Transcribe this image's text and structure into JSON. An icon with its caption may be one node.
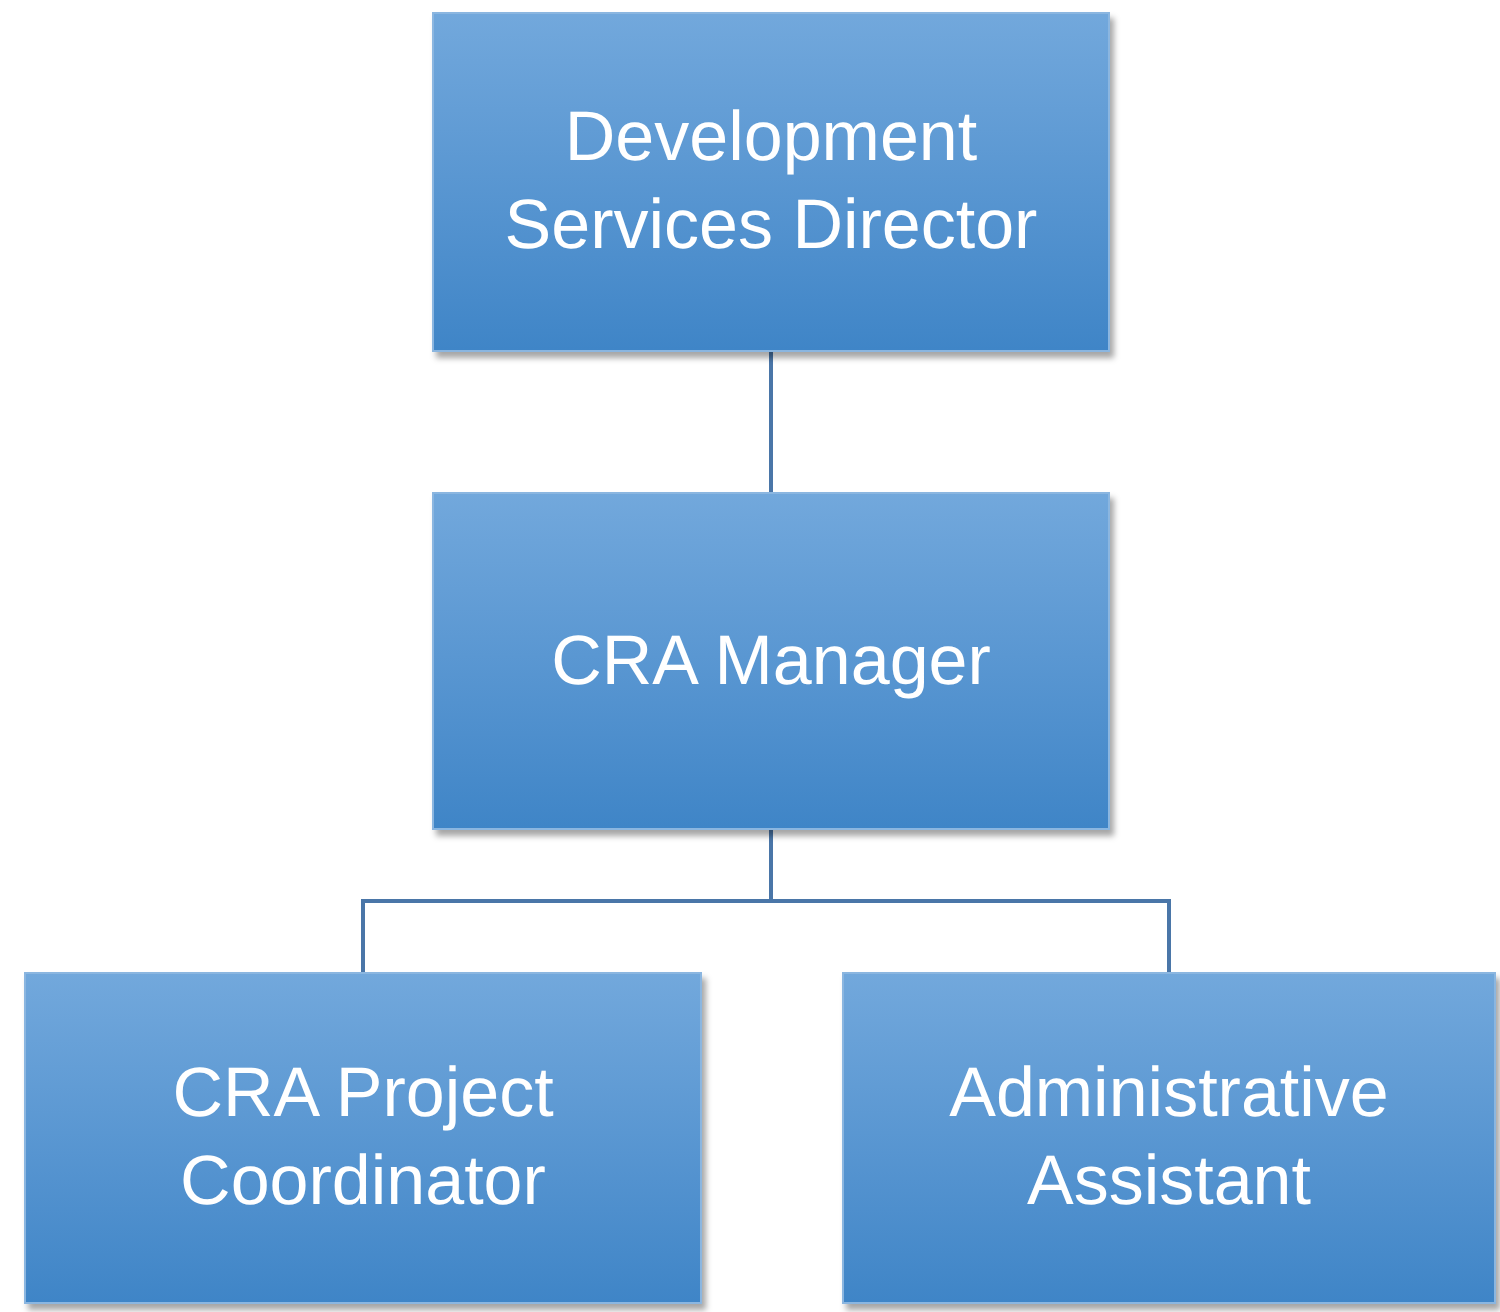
{
  "diagram": {
    "nodes": [
      {
        "text": [
          "Development Services Director"
        ]
      },
      {
        "text": [
          "CRA Manager"
        ]
      },
      {
        "text": [
          "CRA Project Coordinator"
        ]
      },
      {
        "text": [
          "Administrative Assistant"
        ]
      }
    ],
    "edges": [
      {
        "from": 0,
        "to": 1,
        "arrow": "none"
      },
      {
        "from": 1,
        "to": 2,
        "arrow": "none"
      },
      {
        "from": 1,
        "to": 3,
        "arrow": "none"
      }
    ]
  }
}
